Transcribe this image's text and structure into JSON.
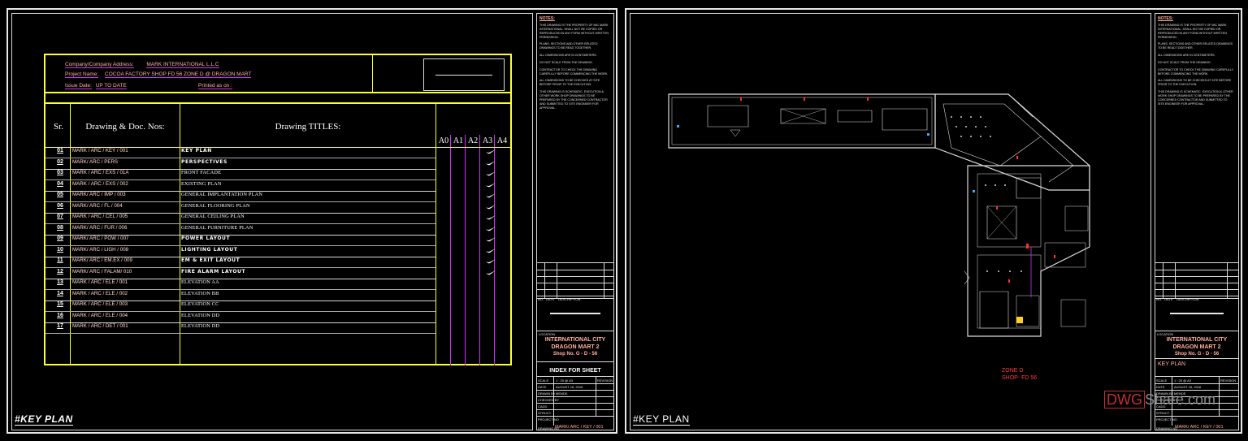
{
  "sheet1": {
    "title": "#KEY PLAN",
    "header": {
      "company_label": "Company/Company Address:",
      "company_value": "MARK INTERNATIONAL L.L.C",
      "project_label": "Project Name:",
      "project_value": "COCOA FACTORY SHOP   FD 56 ZONE D @ DRAGON MART",
      "issue_label": "Issue Date:",
      "issue_value": "UP TO DATE",
      "printed_label": "Printed as on :"
    },
    "columns": {
      "sr": "Sr.",
      "drawing_nos": "Drawing & Doc. Nos:",
      "drawing_titles": "Drawing TITLES:",
      "sizes": [
        "A0",
        "A1",
        "A2",
        "A3",
        "A4"
      ]
    },
    "rows": [
      {
        "sr": "01",
        "no": "MARK / ARC / KEY / 001",
        "title": "KEY PLAN",
        "bold": true,
        "check": true
      },
      {
        "sr": "02",
        "no": "MARK/ ARC / PERS",
        "title": "PERSPECTIVES",
        "bold": true,
        "check": true
      },
      {
        "sr": "03",
        "no": "MARK / ARC / EXS / 01A",
        "title": "FRONT FACADE",
        "bold": false,
        "check": true
      },
      {
        "sr": "04",
        "no": "MARK / ARC / EXS / 002",
        "title": "EXISTING PLAN",
        "bold": false,
        "check": true
      },
      {
        "sr": "05",
        "no": "MARK/ ARC / IMP / 003",
        "title": "GENERAL IMPLANTATION PLAN",
        "bold": false,
        "check": true
      },
      {
        "sr": "06",
        "no": "MARK/ ARC / FL / 004",
        "title": "GENERAL FLOORING PLAN",
        "bold": false,
        "check": true
      },
      {
        "sr": "07",
        "no": "MARK / ARC / CEL / 005",
        "title": "GENERAL CEILING PLAN",
        "bold": false,
        "check": true
      },
      {
        "sr": "08",
        "no": "MARK/ ARC / FUR / 006",
        "title": "GENERAL FURNITURE PLAN",
        "bold": false,
        "check": true
      },
      {
        "sr": "09",
        "no": "MARK/ ARC / POW / 007",
        "title": "POWER LAYOUT",
        "bold": true,
        "check": true
      },
      {
        "sr": "10",
        "no": "MARK/ ARC / LIGH / 008",
        "title": "LIGHTING LAYOUT",
        "bold": true,
        "check": true
      },
      {
        "sr": "11",
        "no": "MARK/ ARC / EM.EX / 009",
        "title": "EM & EXIT LAYOUT",
        "bold": true,
        "check": true
      },
      {
        "sr": "12",
        "no": "MARK/ ARC / FALAM/ 010",
        "title": "FIRE ALARM LAYOUT",
        "bold": true,
        "check": true
      },
      {
        "sr": "13",
        "no": "MARK / ARC / ELE / 001",
        "title": "ELEVATION AA",
        "bold": false,
        "check": false
      },
      {
        "sr": "14",
        "no": "MARK / ARC / ELE / 002",
        "title": "ELEVATION BB",
        "bold": false,
        "check": false
      },
      {
        "sr": "15",
        "no": "MARK / ARC / ELE / 003",
        "title": "ELEVATION CC",
        "bold": false,
        "check": false
      },
      {
        "sr": "16",
        "no": "MARK / ARC / ELE / 004",
        "title": "ELEVATION DD",
        "bold": false,
        "check": false
      },
      {
        "sr": "17",
        "no": "MARK / ARC / DET / 001",
        "title": "ELEVATION DD",
        "bold": false,
        "check": false
      }
    ],
    "titleblock": {
      "notes_heading": "NOTES:",
      "notes": [
        "THIS DRAWING IS THE PROPERTY OF MIC MARK INTERNATIONAL. SHALL NOT BE COPIED OR REPRODUCED IN ANY FORM WITHOUT WRITTEN PERMISSION.",
        "PLANS, SECTIONS AND OTHER RELATED DRAWINGS TO BE READ TOGETHER.",
        "ALL DIMENSIONS ARE IN CENTIMETERS.",
        "DO NOT SCALE FROM THE DRAWING.",
        "CONTRACTOR TO CHECK THE DRAWING CAREFULLY BEFORE COMMENCING THE WORK.",
        "ALL DIMENSIONS TO BE CHECKED AT SITE BEFORE PRIOR TO THE EXECUTION.",
        "THIS DRAWING IS SCHEMATIC. EXECUTION & OTHER WORK SHOP DRAWINGS TO BE PREPARED BY THE CONCERNED CONTRACTOR AND SUBMITTED TO SITE ENGINEER FOR APPROVAL."
      ],
      "rev_no": "NO.",
      "rev_date": "DATE",
      "rev_desc": "DESCRIPTION",
      "location_label": "LOCATION",
      "location_lines": [
        "INTERNATIONAL CITY",
        "DRAGON MART 2",
        "Shop No. G - D - 56"
      ],
      "sheet_name": "INDEX FOR SHEET",
      "scale_label": "SCALE",
      "scale_value": "1 : 20 @ A3",
      "revision_label": "REVISION",
      "date_label": "DATE",
      "date_value": "AUGUST 18, 2016",
      "drawn_label": "DRAWN BY",
      "drawn_value": "MENDE",
      "checked_label": "CHECKED BY",
      "cad_label": "CADD",
      "struct_label": "STRUCT.",
      "project_label": "PROJECT NO",
      "drawing_label": "DRAWING NO",
      "drawing_no": "MARK/ ARC / KEY / 001"
    }
  },
  "sheet2": {
    "title": "#KEY PLAN",
    "zone_lines": [
      "ZONE D",
      "SHOP- FD 56"
    ],
    "sheet_name": "KEY PLAN",
    "drawing_no": "MARK/ ARC / KEY / 001"
  },
  "watermark": {
    "part1": "DWG",
    "part2": "Share.com"
  }
}
